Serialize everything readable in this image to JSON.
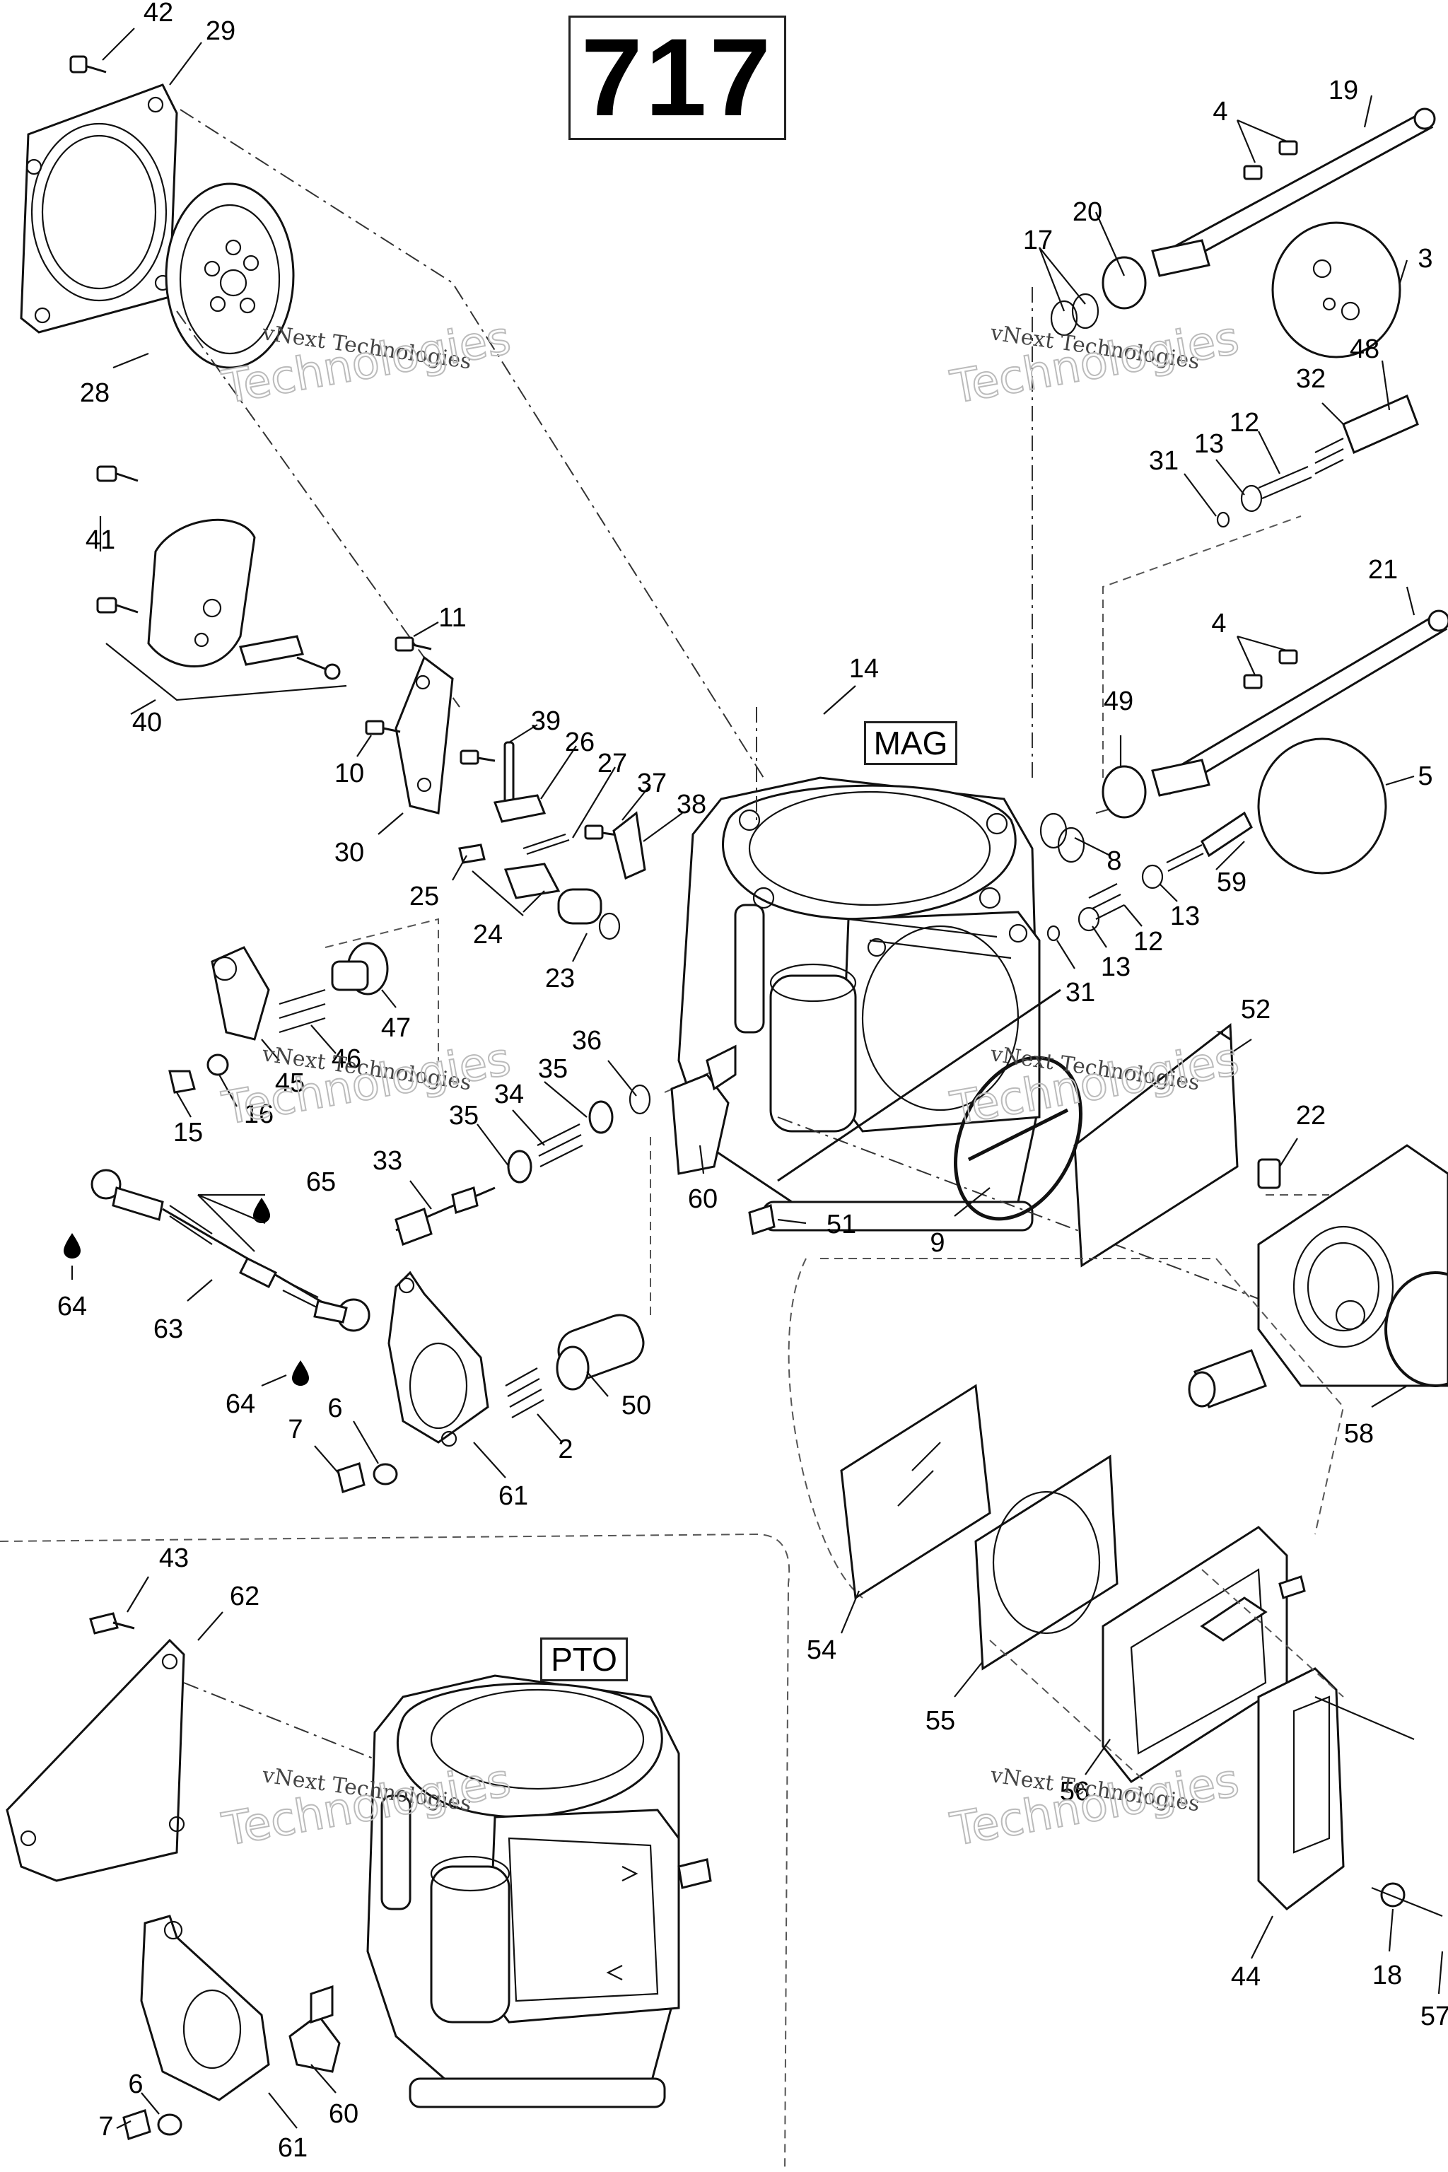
{
  "title": "717",
  "sides": {
    "mag": "MAG",
    "pto": "PTO"
  },
  "watermark": {
    "line1": "vNext Technologies",
    "line2": "Technologies"
  },
  "callouts": [
    "42",
    "29",
    "28",
    "41",
    "40",
    "11",
    "10",
    "30",
    "39",
    "26",
    "27",
    "37",
    "38",
    "25",
    "24",
    "23",
    "14",
    "19",
    "4",
    "3",
    "20",
    "17",
    "48",
    "32",
    "12",
    "13",
    "31",
    "21",
    "4",
    "49",
    "5",
    "8",
    "59",
    "13",
    "12",
    "31",
    "13",
    "52",
    "22",
    "9",
    "58",
    "47",
    "46",
    "45",
    "16",
    "15",
    "36",
    "35",
    "34",
    "35",
    "33",
    "60",
    "51",
    "65",
    "64",
    "63",
    "64",
    "7",
    "6",
    "61",
    "2",
    "50",
    "43",
    "62",
    "54",
    "55",
    "56",
    "44",
    "18",
    "57",
    "7",
    "6",
    "61",
    "60"
  ],
  "icons": [
    "oil-drop-icon",
    "oil-drop-icon",
    "oil-drop-icon"
  ]
}
